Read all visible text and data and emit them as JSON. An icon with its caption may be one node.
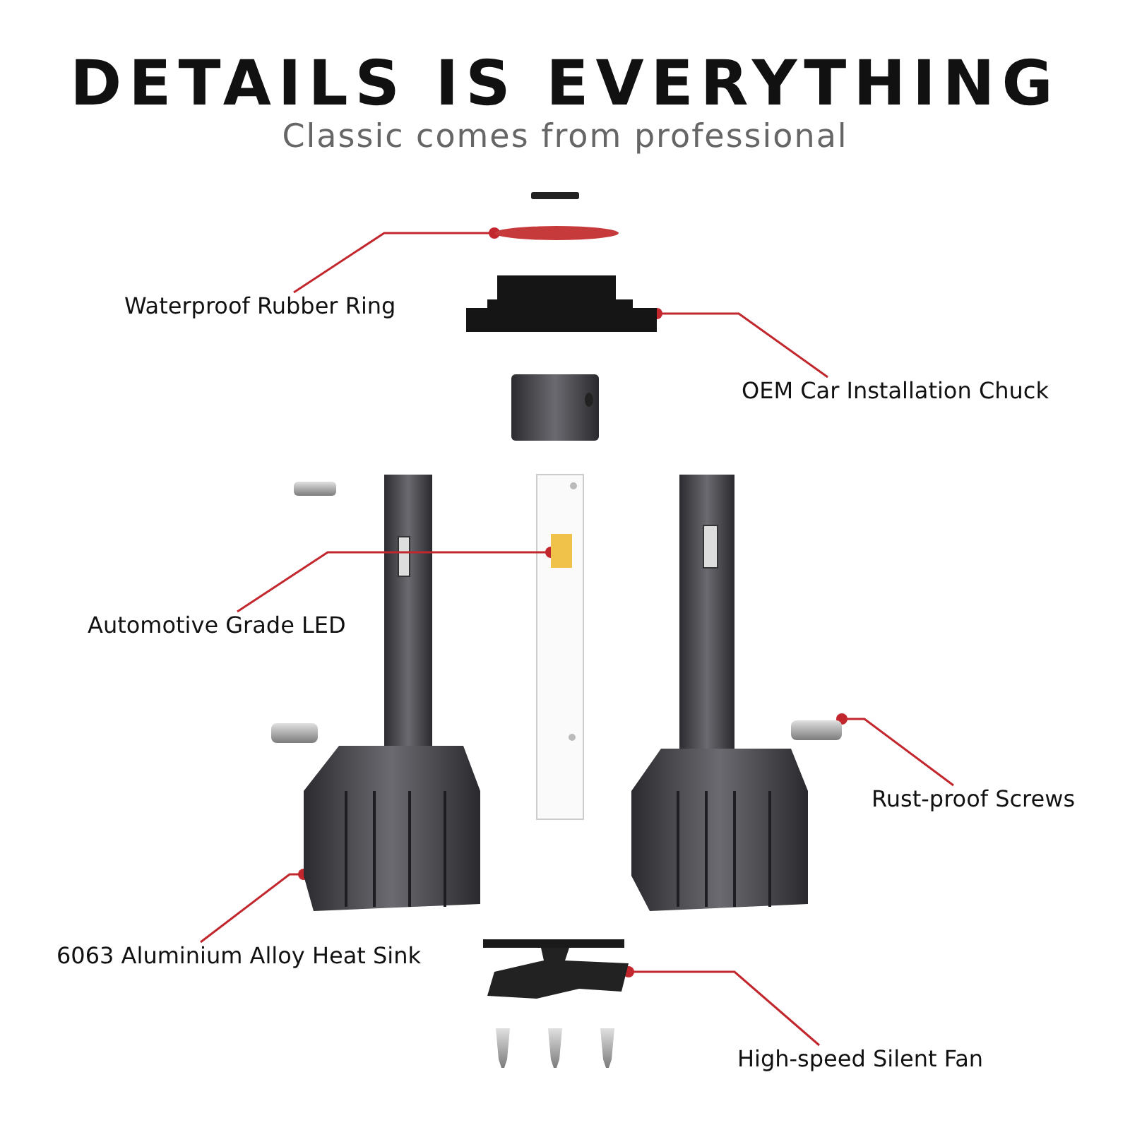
{
  "diagram": {
    "title": "DETAILS IS EVERYTHING",
    "nodes": [
      {
        "text": [
          "Waterproof Rubber Ring"
        ]
      },
      {
        "text": [],
        "shape": "circle"
      },
      {
        "text": [
          "OEM Car Installation Chuck"
        ]
      },
      {
        "text": [],
        "shape": "picture"
      },
      {
        "text": [
          "Automotive Grade LED"
        ]
      },
      {
        "text": [],
        "shape": "box"
      },
      {
        "text": [
          "Rust-proof Screws"
        ]
      },
      {
        "text": [],
        "shape": "picture"
      },
      {
        "text": [
          "6063 Aluminium Alloy Heat Sink"
        ]
      },
      {
        "text": [],
        "shape": "picture"
      },
      {
        "text": [
          "High-speed Silent Fan"
        ]
      },
      {
        "text": [],
        "shape": "picture"
      }
    ],
    "edges": [
      {
        "from": 0,
        "to": 1,
        "arrow": "other"
      },
      {
        "from": 2,
        "to": 3,
        "arrow": "other"
      },
      {
        "from": 4,
        "to": 5,
        "arrow": "other"
      },
      {
        "from": 6,
        "to": 7,
        "arrow": "other"
      },
      {
        "from": 8,
        "to": 9,
        "arrow": "other"
      },
      {
        "from": 10,
        "to": 11,
        "arrow": "other"
      }
    ],
    "labels": [
      "Classic comes from professional"
    ]
  }
}
